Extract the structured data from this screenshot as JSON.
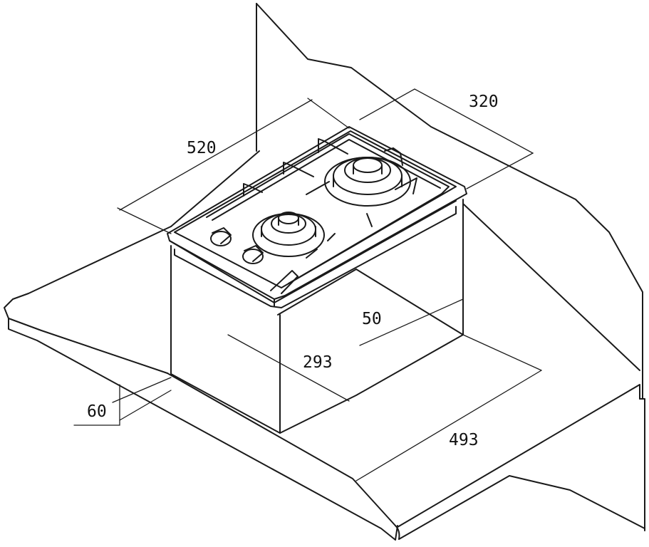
{
  "colors": {
    "line": "#1a1a1a",
    "background": "#ffffff"
  },
  "dimensions": {
    "hob_width": "520",
    "hob_depth": "320",
    "cutout_depth": "293",
    "cutout_width": "493",
    "rear_clearance": "50",
    "front_clearance": "60"
  }
}
